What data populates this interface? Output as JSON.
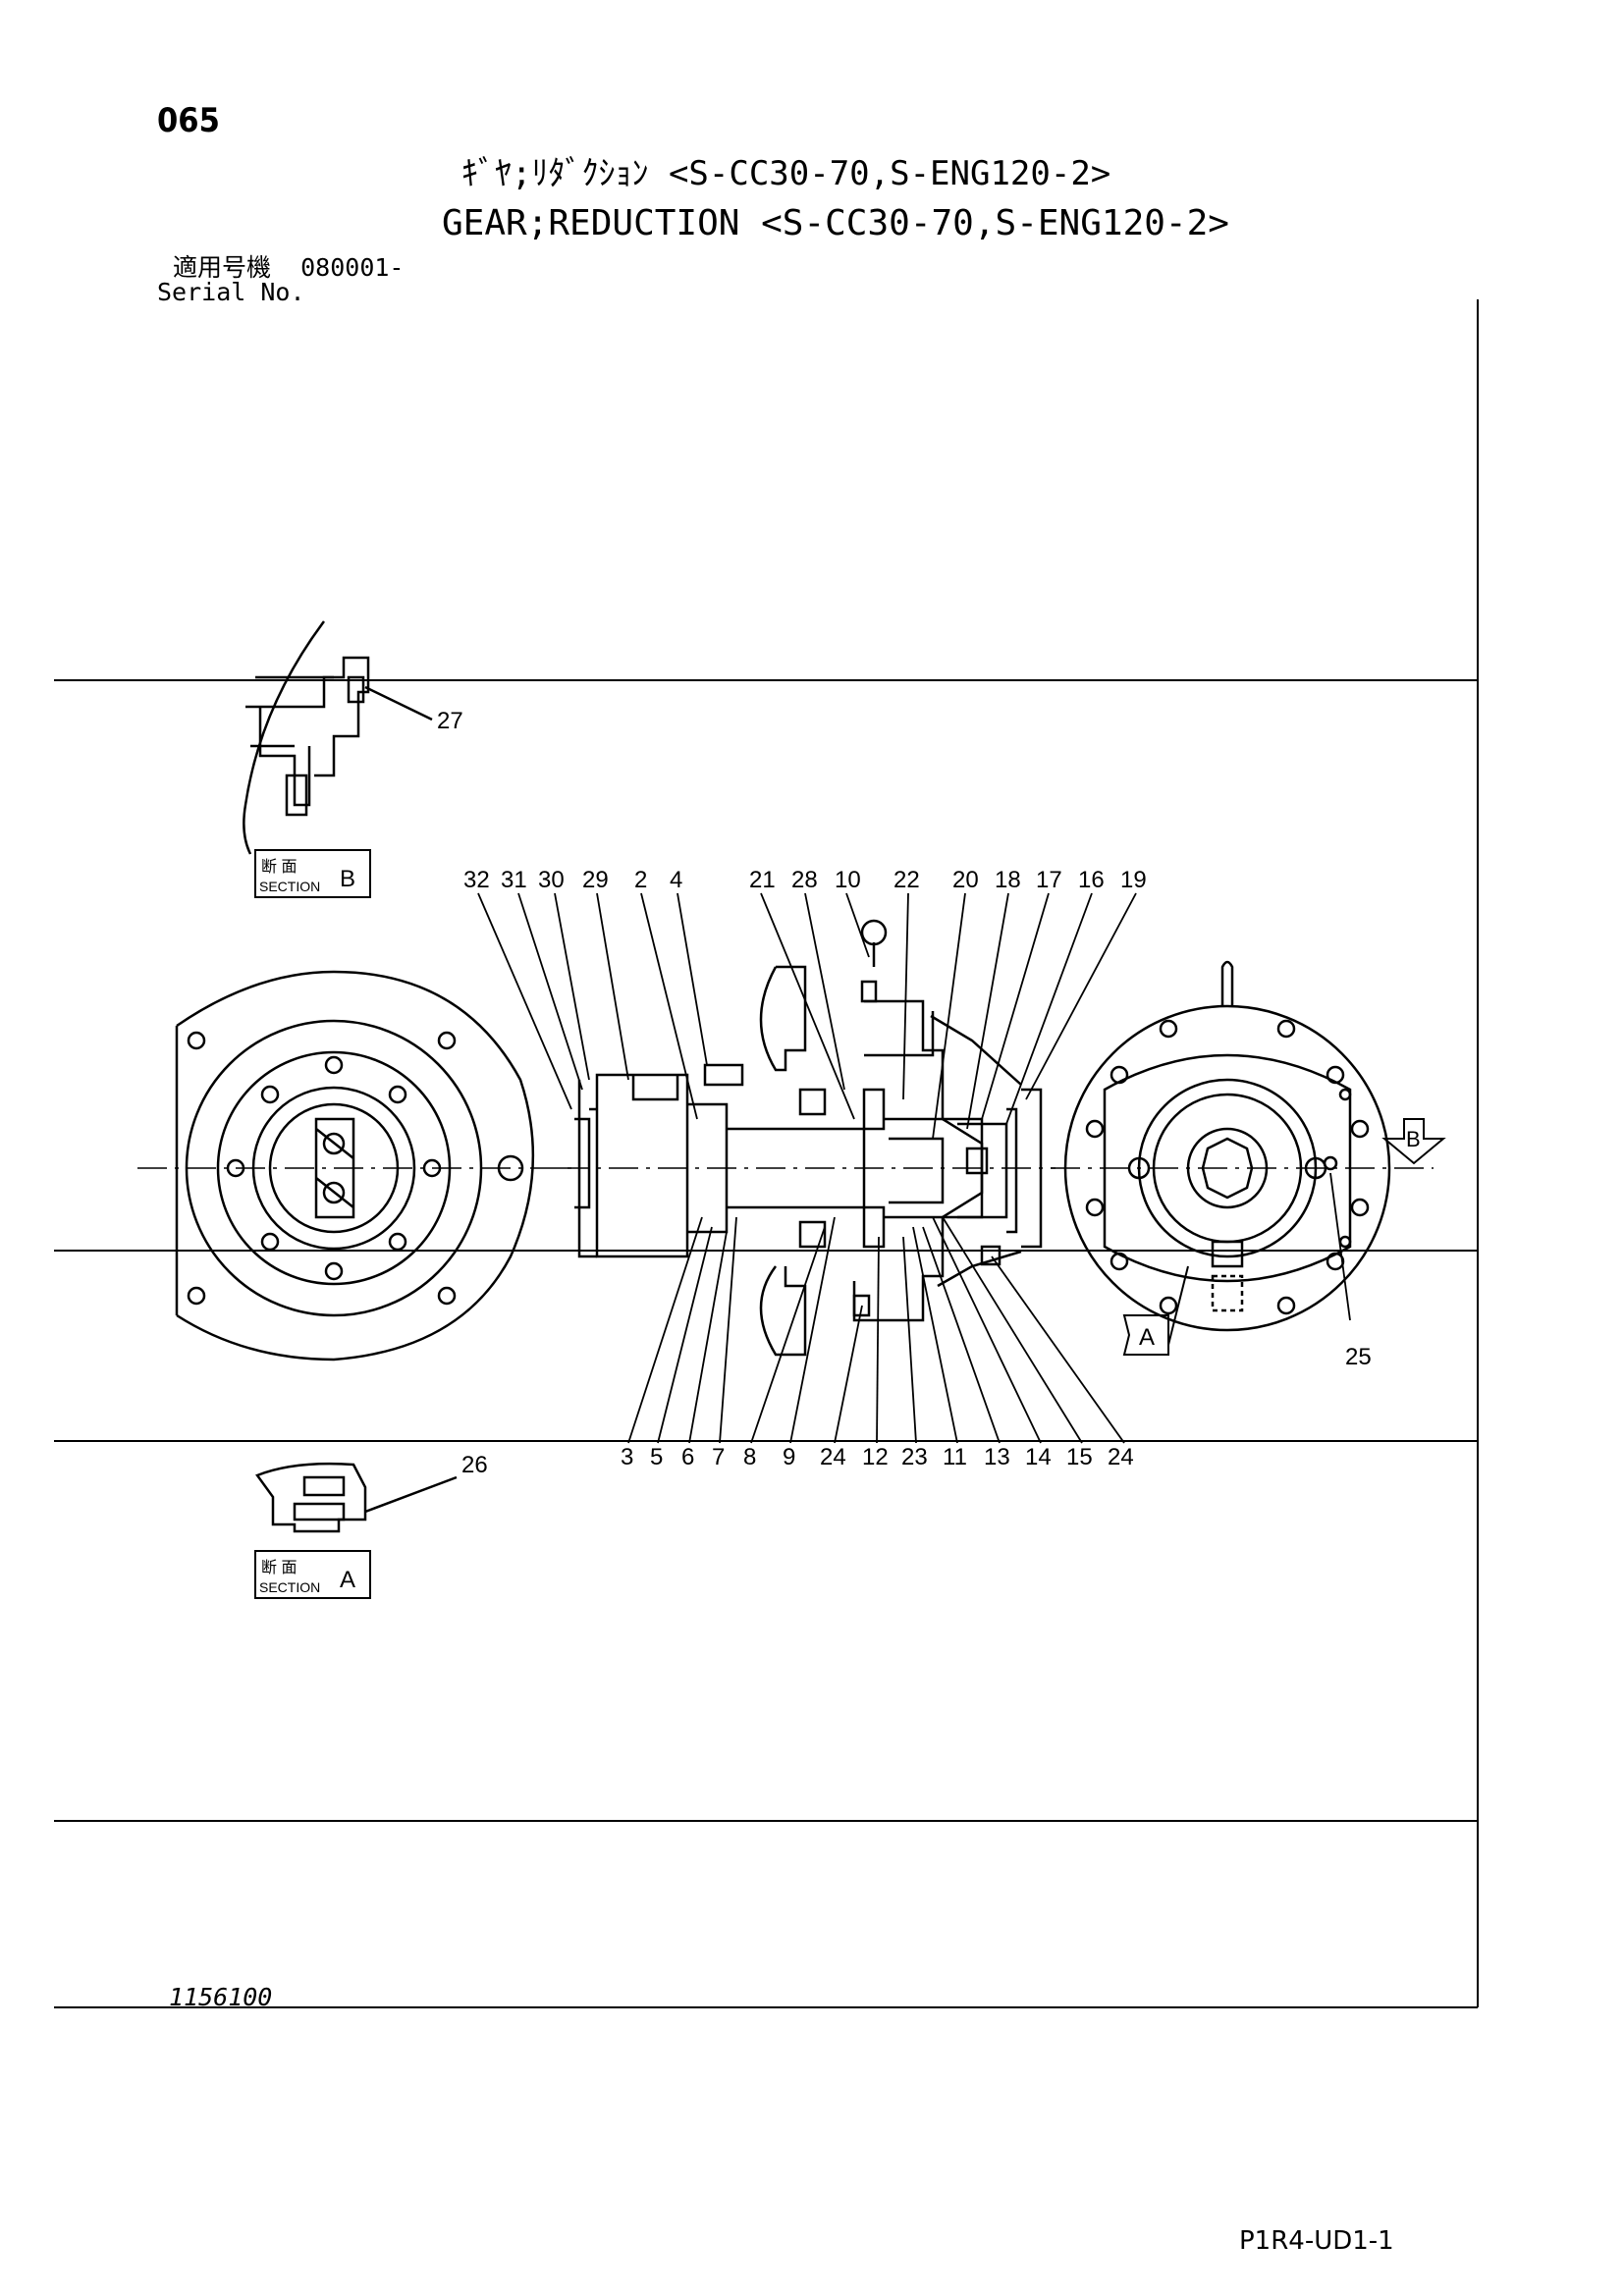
{
  "header": {
    "page_number": "065",
    "title_jp": "ｷﾞﾔ;ﾘﾀﾞｸｼｮﾝ <S-CC30-70,S-ENG120-2>",
    "title_en": "GEAR;REDUCTION <S-CC30-70,S-ENG120-2>",
    "serial_label_jp": "適用号機",
    "serial_value": "080001-",
    "serial_label_en": "Serial No."
  },
  "sections": {
    "b": {
      "label_jp": "断 面",
      "label_en": "SECTION",
      "letter": "B"
    },
    "a": {
      "label_jp": "断 面",
      "label_en": "SECTION",
      "letter": "A"
    }
  },
  "view_markers": {
    "a": "A",
    "b": "B"
  },
  "callouts_top": [
    "32",
    "31",
    "30",
    "29",
    "2",
    "4",
    "21",
    "28",
    "10",
    "22",
    "20",
    "18",
    "17",
    "16",
    "19"
  ],
  "callouts_bottom": [
    "3",
    "5",
    "6",
    "7",
    "8",
    "9",
    "24",
    "12",
    "23",
    "11",
    "13",
    "14",
    "15",
    "24"
  ],
  "callouts_other": {
    "c27": "27",
    "c26": "26",
    "c25": "25"
  },
  "footer": {
    "drawing_number": "1156100",
    "page_code": "P1R4-UD1-1"
  }
}
